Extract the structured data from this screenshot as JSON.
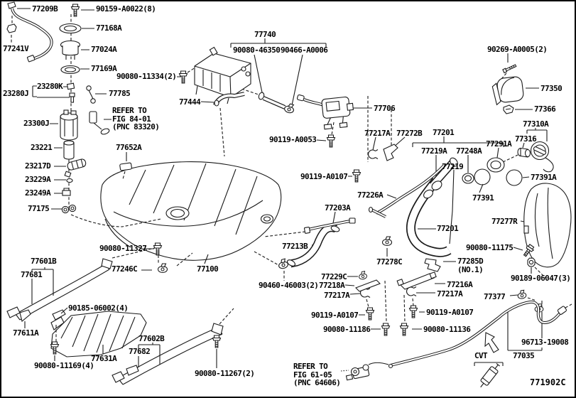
{
  "figure_code": "771902C",
  "colors": {
    "line": "#1a1a1a",
    "background": "#ffffff"
  },
  "labels": {
    "p77209B": "77209B",
    "p90159": "90159-A0022(8)",
    "p77168A": "77168A",
    "p77241V": "77241V",
    "p77024A": "77024A",
    "p77169A": "77169A",
    "p90080_11334": "90080-11334(2)",
    "p23280K": "23280K",
    "p23280J": "23280J",
    "p77785": "77785",
    "p23300J": "23300J",
    "p23221": "23221",
    "p77652A": "77652A",
    "p23217D": "23217D",
    "p23229A": "23229A",
    "p23249A": "23249A",
    "p77175": "77175",
    "p77740": "77740",
    "p90080_46350": "90080-46350",
    "p90466_A0006": "90466-A0006",
    "p77444": "77444",
    "p77706": "77706",
    "p90119_A0053": "90119-A0053",
    "p77217A": "77217A",
    "p77272B": "77272B",
    "p77201": "77201",
    "p77219A": "77219A",
    "p77248A": "77248A",
    "p77219": "77219",
    "p90269": "90269-A0005(2)",
    "p77350": "77350",
    "p77366": "77366",
    "p77310A": "77310A",
    "p77316": "77316",
    "p77291A": "77291A",
    "p77391A": "77391A",
    "p77391": "77391",
    "p77226A": "77226A",
    "p77203A": "77203A",
    "p77277R": "77277R",
    "p77213B": "77213B",
    "p90080_11327": "90080-11327",
    "p77246C": "77246C",
    "p77100": "77100",
    "p90080_11175": "90080-11175",
    "p77285D": "77285D\n(NO.1)",
    "p90189": "90189-06047(3)",
    "p77216A": "77216A",
    "p77377": "77377",
    "p77278C": "77278C",
    "p77229C": "77229C",
    "p90460": "90460-46003(2)",
    "p77218A": "77218A",
    "p90119_A0107": "90119-A0107",
    "p90080_11186": "90080-11186",
    "p90080_11136": "90080-11136",
    "p77601B": "77601B",
    "p77681": "77681",
    "p77611A": "77611A",
    "p90185": "90185-06002(4)",
    "p77602B": "77602B",
    "p77682": "77682",
    "p77631A": "77631A",
    "p90080_11169": "90080-11169(4)",
    "p90080_11267": "90080-11267(2)",
    "p96713": "96713-19008",
    "p77035": "77035"
  },
  "notes": {
    "refer84": "REFER TO\nFIG 84-01\n(PNC 83320)",
    "refer61": "REFER TO\nFIG 61-05\n(PNC 64606)",
    "cvt": "CVT"
  }
}
